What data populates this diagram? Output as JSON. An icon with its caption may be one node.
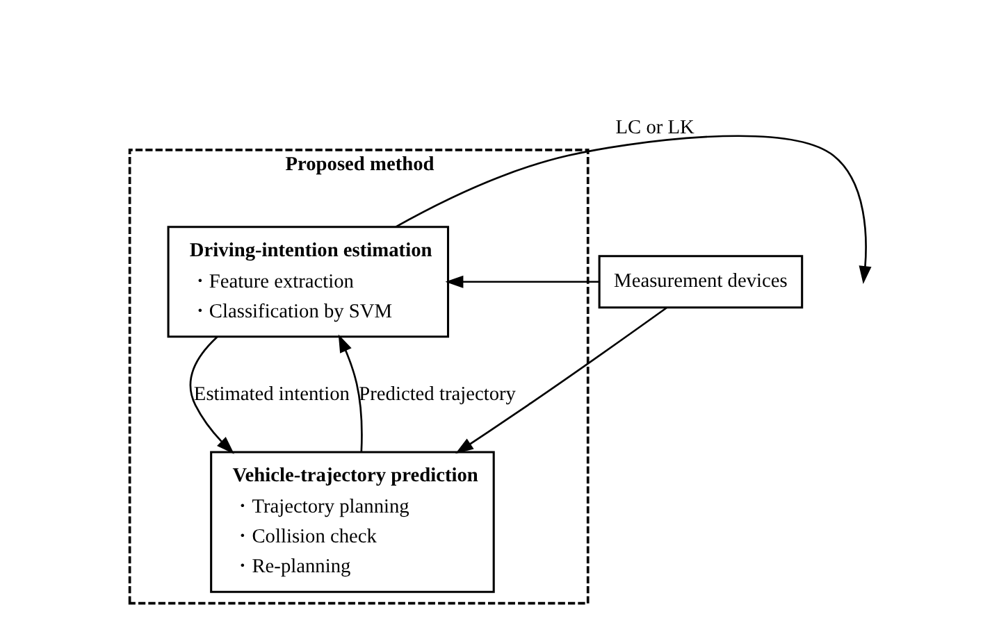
{
  "diagram": {
    "nodes": [
      {
        "text": [
          "Proposed method"
        ]
      },
      {
        "text": [
          "Measurement devices"
        ]
      },
      {
        "text": [
          "Driving-intention estimation",
          "・Feature extraction",
          "・Classification by SVM"
        ],
        "in": 0
      },
      {
        "text": [
          "Vehicle-trajectory prediction",
          "・Trajectory planning",
          "・Collision check",
          "・Re-planning"
        ],
        "in": 0
      }
    ],
    "edges": [
      {
        "from": 1,
        "to": 2,
        "arrow": "to"
      },
      {
        "from": 1,
        "to": 3,
        "arrow": "to"
      },
      {
        "from": 2,
        "to": 3,
        "arrow": "to",
        "label": "Estimated intention"
      },
      {
        "from": 3,
        "to": 2,
        "arrow": "to",
        "label": "Predicted trajectory"
      },
      {
        "from": 2,
        "to": null,
        "arrow": "to",
        "label": "LC or LK"
      }
    ]
  }
}
